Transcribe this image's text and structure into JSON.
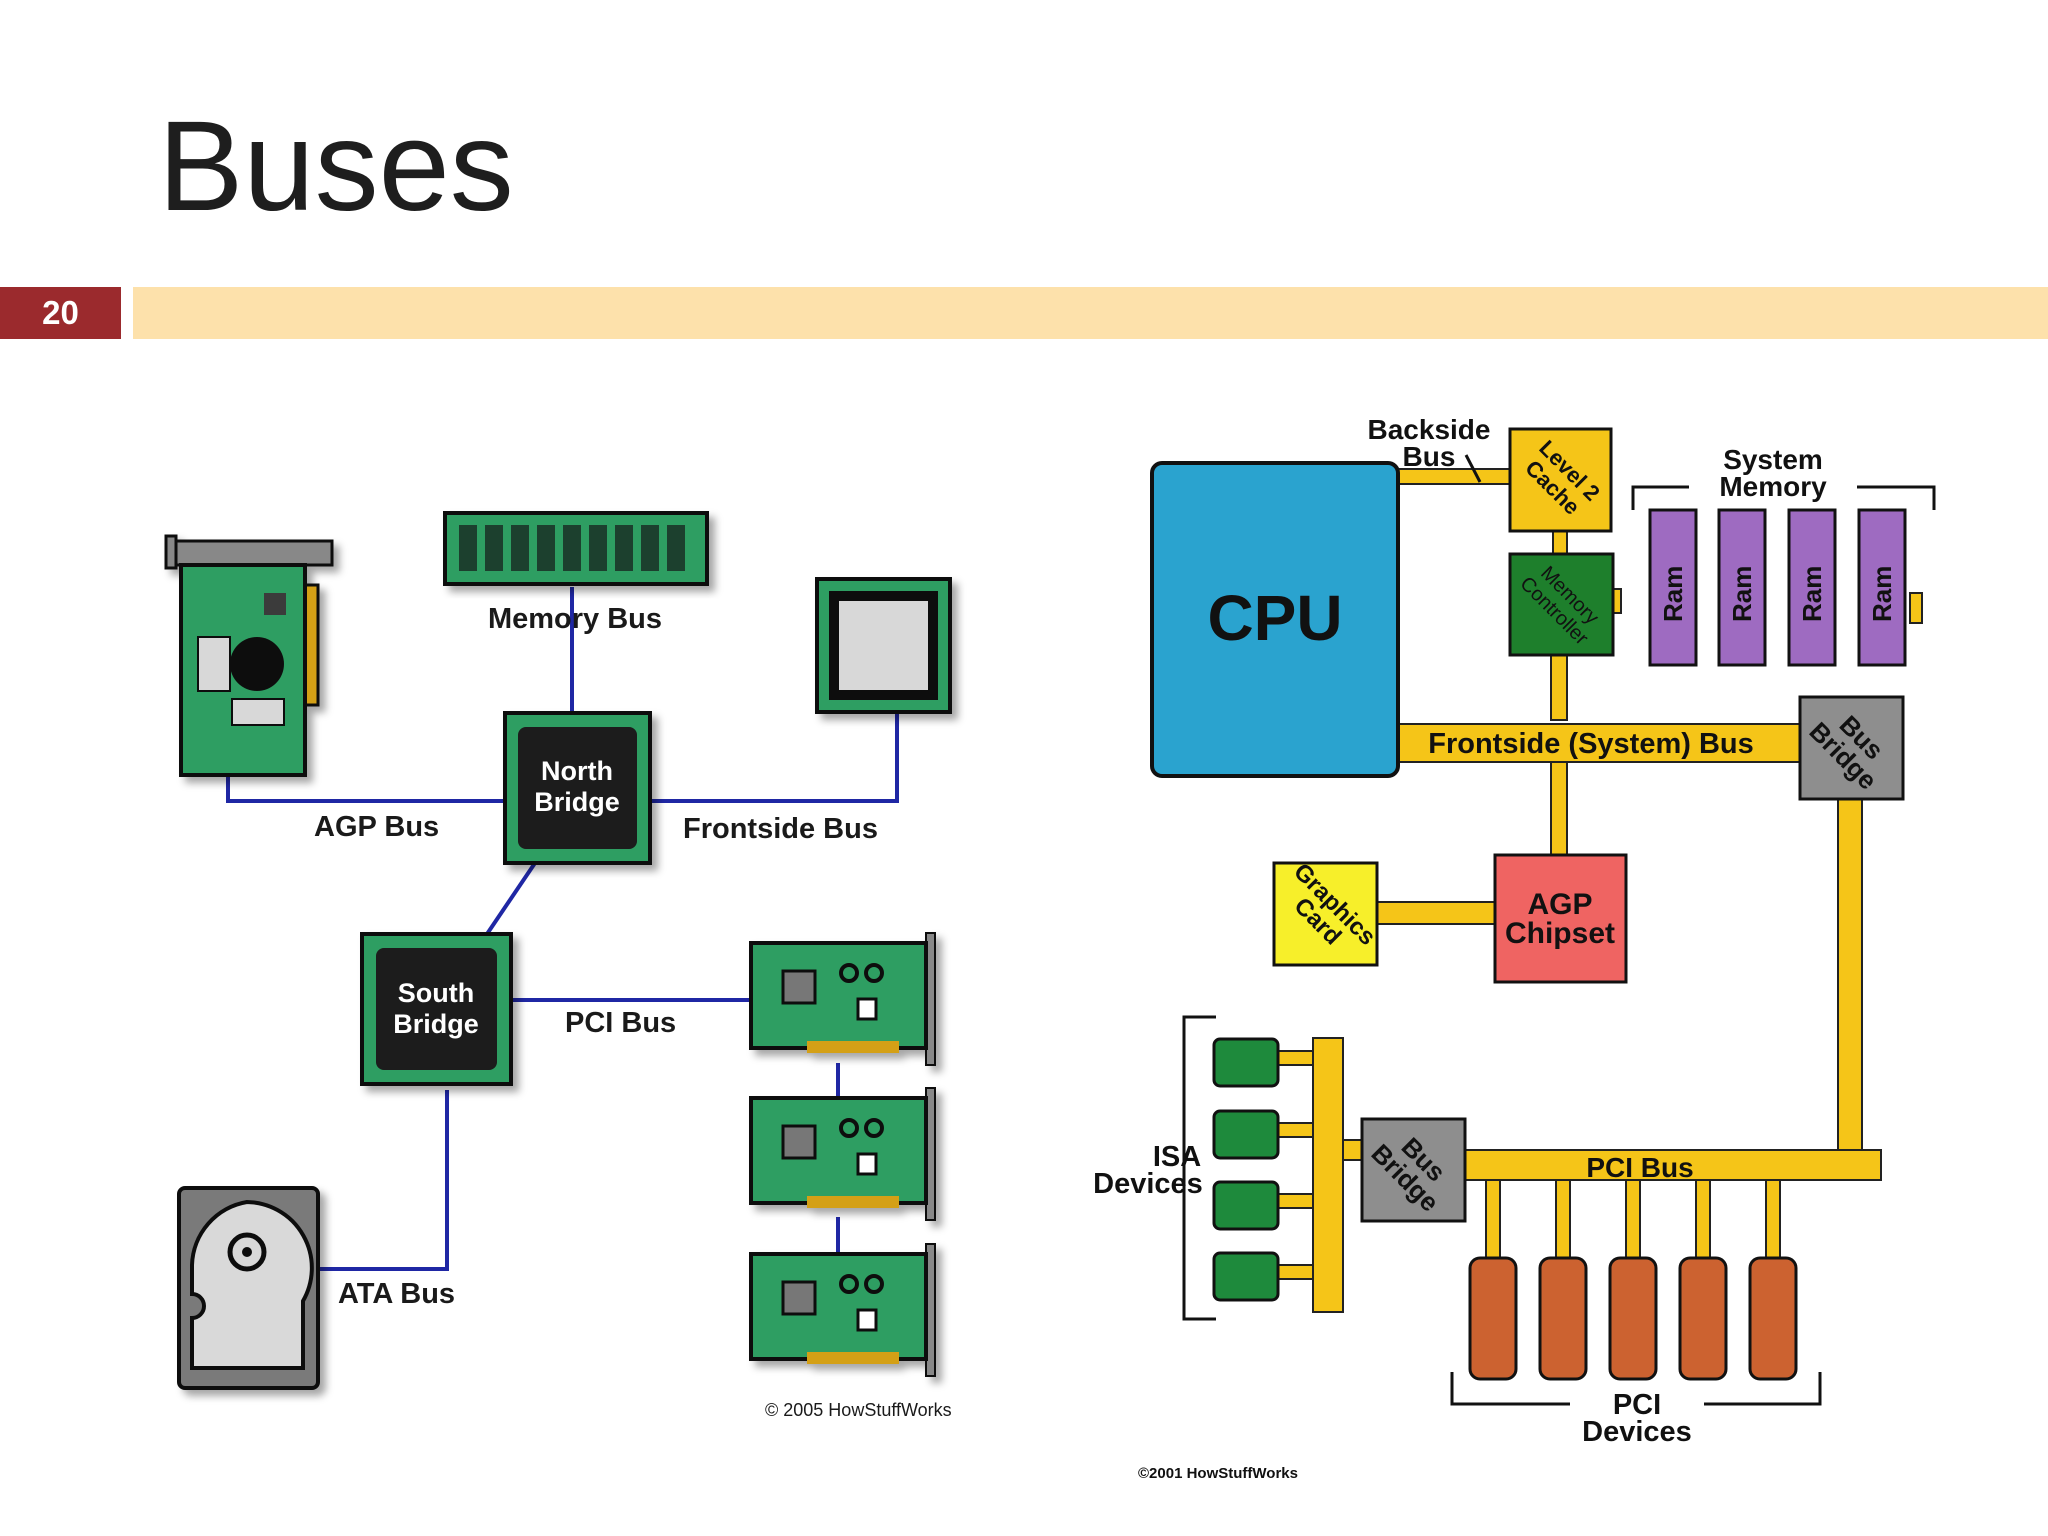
{
  "slide": {
    "title": "Buses",
    "number": "20",
    "colors": {
      "accent": "#9b2a2d",
      "band": "#fde1ab",
      "bus_line": "#1f27a4",
      "bus_yellow": "#f5c518",
      "board_green": "#2f9e62",
      "cpu_blue": "#2aa3cf",
      "ram_purple": "#9e6bc1",
      "agp_red": "#ef6462",
      "pci_orange": "#cc6230",
      "bridge_gray": "#8e8e8e"
    }
  },
  "left_diagram": {
    "north_bridge": [
      "North",
      "Bridge"
    ],
    "south_bridge": [
      "South",
      "Bridge"
    ],
    "memory_bus": "Memory Bus",
    "agp_bus": "AGP Bus",
    "frontside_bus": "Frontside Bus",
    "pci_bus": "PCI Bus",
    "ata_bus": "ATA Bus",
    "copyright": "© 2005 HowStuffWorks",
    "icons": [
      "memory-module-icon",
      "agp-card-icon",
      "cpu-chip-icon",
      "pci-card-icon",
      "hard-drive-icon"
    ]
  },
  "right_diagram": {
    "cpu": "CPU",
    "backside_bus": [
      "Backside",
      "Bus"
    ],
    "level2_cache": [
      "Level 2",
      "Cache"
    ],
    "system_memory": [
      "System",
      "Memory"
    ],
    "memory_controller": [
      "Memory",
      "Controller"
    ],
    "ram_label": "Ram",
    "frontside_bus": "Frontside (System) Bus",
    "bus_bridge": [
      "Bus",
      "Bridge"
    ],
    "graphics_card": [
      "Graphics",
      "Card"
    ],
    "agp_chipset": [
      "AGP",
      "Chipset"
    ],
    "isa_devices": [
      "ISA",
      "Devices"
    ],
    "pci_bus": "PCI Bus",
    "pci_devices": [
      "PCI",
      "Devices"
    ],
    "copyright": "©2001 HowStuffWorks"
  }
}
